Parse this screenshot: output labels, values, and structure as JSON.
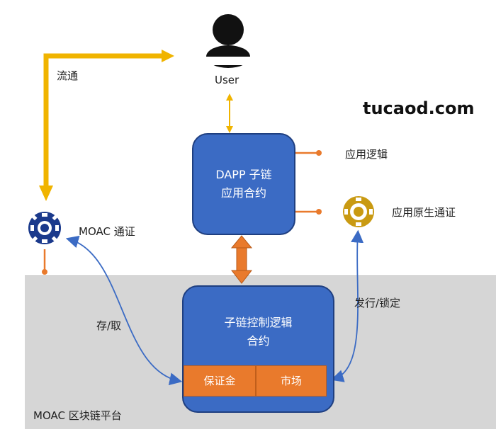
{
  "user": {
    "label": "User"
  },
  "brand": "tucaod.com",
  "flow_label": "流通",
  "moac_token_label": "MOAC 通证",
  "app_logic_label": "应用逻辑",
  "app_token_label": "应用原生通证",
  "dapp_box": {
    "line1": "DAPP 子链",
    "line2": "应用合约"
  },
  "control_box": {
    "line1": "子链控制逻辑",
    "line2": "合约",
    "cells": [
      "保证金",
      "市场"
    ]
  },
  "deposit_withdraw_label": "存/取",
  "issue_lock_label": "发行/锁定",
  "platform_label": "MOAC 区块链平台",
  "colors": {
    "blue_box": "#3b6bc4",
    "orange": "#e97a2c",
    "yellow_arrow": "#f0b400",
    "gold_token": "#c99a12",
    "navy_token": "#1b3a8c",
    "platform": "#d6d6d6"
  }
}
